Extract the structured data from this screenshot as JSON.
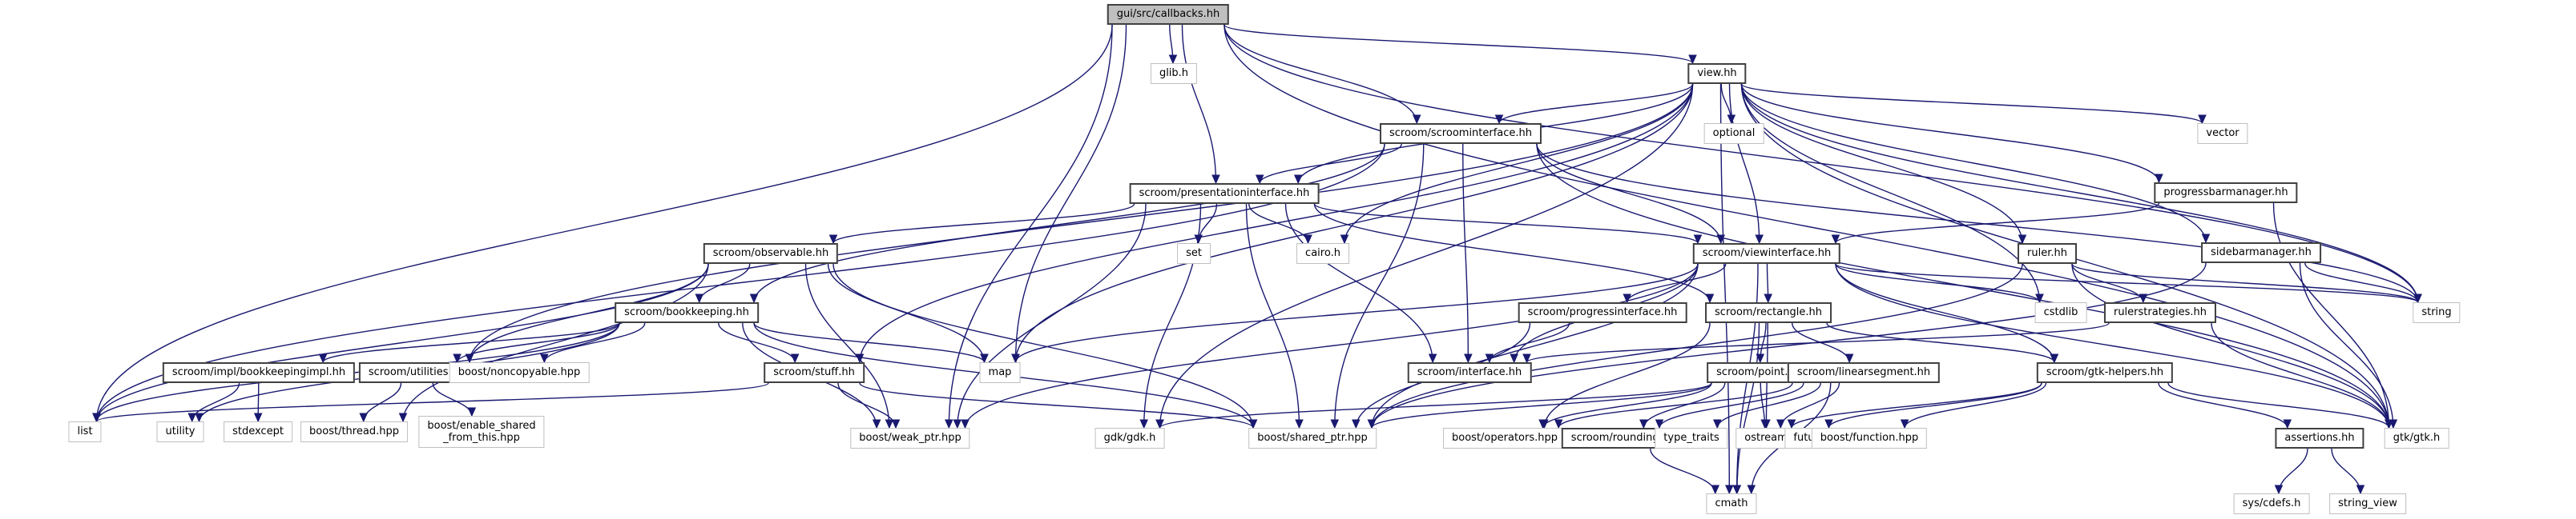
{
  "graph": {
    "title": "gui/src/callbacks.hh",
    "nodes": [
      {
        "id": "callbacks",
        "label": "gui/src/callbacks.hh",
        "kind": "root"
      },
      {
        "id": "glib",
        "label": "glib.h",
        "kind": "external"
      },
      {
        "id": "view",
        "label": "view.hh",
        "kind": "local"
      },
      {
        "id": "optional",
        "label": "optional",
        "kind": "external"
      },
      {
        "id": "vector",
        "label": "vector",
        "kind": "external"
      },
      {
        "id": "scroominterface",
        "label": "scroom/scroominterface.hh",
        "kind": "local"
      },
      {
        "id": "progressbarmanager",
        "label": "progressbarmanager.hh",
        "kind": "local"
      },
      {
        "id": "presentationinterface",
        "label": "scroom/presentationinterface.hh",
        "kind": "local"
      },
      {
        "id": "sidebarmanager",
        "label": "sidebarmanager.hh",
        "kind": "local"
      },
      {
        "id": "set",
        "label": "set",
        "kind": "external"
      },
      {
        "id": "cairo",
        "label": "cairo.h",
        "kind": "external"
      },
      {
        "id": "observable",
        "label": "scroom/observable.hh",
        "kind": "local"
      },
      {
        "id": "viewinterface",
        "label": "scroom/viewinterface.hh",
        "kind": "local"
      },
      {
        "id": "ruler",
        "label": "ruler.hh",
        "kind": "local"
      },
      {
        "id": "string",
        "label": "string",
        "kind": "external"
      },
      {
        "id": "bookkeeping",
        "label": "scroom/bookkeeping.hh",
        "kind": "local"
      },
      {
        "id": "progressinterface",
        "label": "scroom/progressinterface.hh",
        "kind": "local"
      },
      {
        "id": "rectangle",
        "label": "scroom/rectangle.hh",
        "kind": "local"
      },
      {
        "id": "cstdlib",
        "label": "cstdlib",
        "kind": "external"
      },
      {
        "id": "rulerstrategies",
        "label": "rulerstrategies.hh",
        "kind": "local"
      },
      {
        "id": "bookkeepingimpl",
        "label": "scroom/impl/bookkeepingimpl.hh",
        "kind": "local"
      },
      {
        "id": "utilities",
        "label": "scroom/utilities.hh",
        "kind": "local"
      },
      {
        "id": "noncopyable",
        "label": "boost/noncopyable.hpp",
        "kind": "external"
      },
      {
        "id": "stuff",
        "label": "scroom/stuff.hh",
        "kind": "local"
      },
      {
        "id": "map",
        "label": "map",
        "kind": "external"
      },
      {
        "id": "interface",
        "label": "scroom/interface.hh",
        "kind": "local"
      },
      {
        "id": "point",
        "label": "scroom/point.hh",
        "kind": "local"
      },
      {
        "id": "linearsegment",
        "label": "scroom/linearsegment.hh",
        "kind": "local"
      },
      {
        "id": "gtkhelpers",
        "label": "scroom/gtk-helpers.hh",
        "kind": "local"
      },
      {
        "id": "assertions",
        "label": "assertions.hh",
        "kind": "local"
      },
      {
        "id": "list",
        "label": "list",
        "kind": "external"
      },
      {
        "id": "utility",
        "label": "utility",
        "kind": "external"
      },
      {
        "id": "stdexcept",
        "label": "stdexcept",
        "kind": "external"
      },
      {
        "id": "thread",
        "label": "boost/thread.hpp",
        "kind": "external"
      },
      {
        "id": "enableshared",
        "label": "boost/enable_shared\n_from_this.hpp",
        "kind": "external"
      },
      {
        "id": "weakptr",
        "label": "boost/weak_ptr.hpp",
        "kind": "external"
      },
      {
        "id": "gdk",
        "label": "gdk/gdk.h",
        "kind": "external"
      },
      {
        "id": "sharedptr",
        "label": "boost/shared_ptr.hpp",
        "kind": "external"
      },
      {
        "id": "operators",
        "label": "boost/operators.hpp",
        "kind": "external"
      },
      {
        "id": "rounding",
        "label": "scroom/rounding.hh",
        "kind": "local"
      },
      {
        "id": "typetraits",
        "label": "type_traits",
        "kind": "external"
      },
      {
        "id": "ostream",
        "label": "ostream",
        "kind": "external"
      },
      {
        "id": "future",
        "label": "future",
        "kind": "external"
      },
      {
        "id": "function",
        "label": "boost/function.hpp",
        "kind": "external"
      },
      {
        "id": "gtk",
        "label": "gtk/gtk.h",
        "kind": "external"
      },
      {
        "id": "cmath",
        "label": "cmath",
        "kind": "external"
      },
      {
        "id": "cdefs",
        "label": "sys/cdefs.h",
        "kind": "external"
      },
      {
        "id": "stringview",
        "label": "string_view",
        "kind": "external"
      }
    ],
    "edges": [
      [
        "callbacks",
        "glib"
      ],
      [
        "callbacks",
        "view"
      ],
      [
        "callbacks",
        "scroominterface"
      ],
      [
        "callbacks",
        "presentationinterface"
      ],
      [
        "callbacks",
        "list"
      ],
      [
        "callbacks",
        "map"
      ],
      [
        "callbacks",
        "string"
      ],
      [
        "callbacks",
        "gtk"
      ],
      [
        "callbacks",
        "weakptr"
      ],
      [
        "view",
        "optional"
      ],
      [
        "view",
        "vector"
      ],
      [
        "view",
        "scroominterface"
      ],
      [
        "view",
        "progressbarmanager"
      ],
      [
        "view",
        "sidebarmanager"
      ],
      [
        "view",
        "presentationinterface"
      ],
      [
        "view",
        "viewinterface"
      ],
      [
        "view",
        "ruler"
      ],
      [
        "view",
        "cairo"
      ],
      [
        "view",
        "string"
      ],
      [
        "view",
        "gtk"
      ],
      [
        "view",
        "gdk"
      ],
      [
        "view",
        "stuff"
      ],
      [
        "view",
        "utilities"
      ],
      [
        "view",
        "map"
      ],
      [
        "view",
        "cstdlib"
      ],
      [
        "view",
        "cmath"
      ],
      [
        "scroominterface",
        "presentationinterface"
      ],
      [
        "scroominterface",
        "viewinterface"
      ],
      [
        "scroominterface",
        "list"
      ],
      [
        "scroominterface",
        "interface"
      ],
      [
        "scroominterface",
        "sharedptr"
      ],
      [
        "scroominterface",
        "string"
      ],
      [
        "scroominterface",
        "bookkeeping"
      ],
      [
        "scroominterface",
        "gtk"
      ],
      [
        "progressbarmanager",
        "viewinterface"
      ],
      [
        "progressbarmanager",
        "gtk"
      ],
      [
        "sidebarmanager",
        "string"
      ],
      [
        "sidebarmanager",
        "gtk"
      ],
      [
        "sidebarmanager",
        "sharedptr"
      ],
      [
        "presentationinterface",
        "observable"
      ],
      [
        "presentationinterface",
        "set"
      ],
      [
        "presentationinterface",
        "cairo"
      ],
      [
        "presentationinterface",
        "viewinterface"
      ],
      [
        "presentationinterface",
        "rectangle"
      ],
      [
        "presentationinterface",
        "interface"
      ],
      [
        "presentationinterface",
        "sharedptr"
      ],
      [
        "presentationinterface",
        "gdk"
      ],
      [
        "presentationinterface",
        "weakptr"
      ],
      [
        "observable",
        "bookkeeping"
      ],
      [
        "observable",
        "list"
      ],
      [
        "observable",
        "map"
      ],
      [
        "observable",
        "utilities"
      ],
      [
        "observable",
        "weakptr"
      ],
      [
        "observable",
        "sharedptr"
      ],
      [
        "observable",
        "thread"
      ],
      [
        "viewinterface",
        "progressinterface"
      ],
      [
        "viewinterface",
        "rectangle"
      ],
      [
        "viewinterface",
        "cstdlib"
      ],
      [
        "viewinterface",
        "string"
      ],
      [
        "viewinterface",
        "gtkhelpers"
      ],
      [
        "viewinterface",
        "interface"
      ],
      [
        "viewinterface",
        "gtk"
      ],
      [
        "viewinterface",
        "map"
      ],
      [
        "viewinterface",
        "sharedptr"
      ],
      [
        "viewinterface",
        "weakptr"
      ],
      [
        "viewinterface",
        "cmath"
      ],
      [
        "ruler",
        "rulerstrategies"
      ],
      [
        "ruler",
        "gtk"
      ],
      [
        "ruler",
        "string"
      ],
      [
        "ruler",
        "sharedptr"
      ],
      [
        "rulerstrategies",
        "gtk"
      ],
      [
        "rulerstrategies",
        "interface"
      ],
      [
        "bookkeeping",
        "bookkeepingimpl"
      ],
      [
        "bookkeeping",
        "utilities"
      ],
      [
        "bookkeeping",
        "noncopyable"
      ],
      [
        "bookkeeping",
        "stuff"
      ],
      [
        "bookkeeping",
        "map"
      ],
      [
        "bookkeeping",
        "list"
      ],
      [
        "bookkeeping",
        "utility"
      ],
      [
        "bookkeeping",
        "weakptr"
      ],
      [
        "bookkeeping",
        "sharedptr"
      ],
      [
        "bookkeepingimpl",
        "utility"
      ],
      [
        "bookkeepingimpl",
        "stdexcept"
      ],
      [
        "utilities",
        "thread"
      ],
      [
        "utilities",
        "enableshared"
      ],
      [
        "stuff",
        "weakptr"
      ],
      [
        "stuff",
        "sharedptr"
      ],
      [
        "stuff",
        "list"
      ],
      [
        "progressinterface",
        "interface"
      ],
      [
        "progressinterface",
        "sharedptr"
      ],
      [
        "rectangle",
        "point"
      ],
      [
        "rectangle",
        "linearsegment"
      ],
      [
        "rectangle",
        "operators"
      ],
      [
        "rectangle",
        "ostream"
      ],
      [
        "rectangle",
        "gtkhelpers"
      ],
      [
        "rectangle",
        "cmath"
      ],
      [
        "point",
        "rounding"
      ],
      [
        "point",
        "operators"
      ],
      [
        "point",
        "ostream"
      ],
      [
        "point",
        "gdk"
      ],
      [
        "point",
        "sharedptr"
      ],
      [
        "linearsegment",
        "rounding"
      ],
      [
        "linearsegment",
        "operators"
      ],
      [
        "linearsegment",
        "typetraits"
      ],
      [
        "linearsegment",
        "ostream"
      ],
      [
        "linearsegment",
        "cmath"
      ],
      [
        "rounding",
        "cmath"
      ],
      [
        "gtkhelpers",
        "ostream"
      ],
      [
        "gtkhelpers",
        "future"
      ],
      [
        "gtkhelpers",
        "function"
      ],
      [
        "gtkhelpers",
        "assertions"
      ],
      [
        "gtkhelpers",
        "gtk"
      ],
      [
        "assertions",
        "cdefs"
      ],
      [
        "assertions",
        "stringview"
      ]
    ]
  }
}
